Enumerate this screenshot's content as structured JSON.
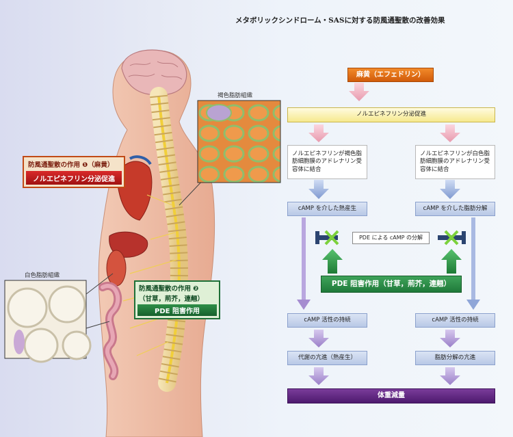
{
  "title": "メタボリックシンドローム・SASに対する防風通聖散の改善効果",
  "left": {
    "brown_fat_label": "褐色脂肪組織",
    "white_fat_label": "白色脂肪組織",
    "action1": {
      "heading": "防風通聖散の作用 ❶（麻黄）",
      "sub": "ノルエピネフリン分泌促進"
    },
    "action2": {
      "heading_line1": "防風通聖散の作用 ❷",
      "heading_line2": "（甘草，荊芥，連翹）",
      "sub": "PDE 阻害作用"
    }
  },
  "flow": {
    "top": "麻黄（エフェドリン）",
    "secretion": "ノルエピネフリン分泌促進",
    "left_receptor": "ノルエピネフリンが褐色脂肪細胞膜のアドレナリン受容体に結合",
    "right_receptor": "ノルエピネフリンが白色脂肪細胞膜のアドレナリン受容体に結合",
    "left_camp": "cAMP を介した熱産生",
    "right_camp": "cAMP を介した脂肪分解",
    "pde_breakdown": "PDE による cAMP の分解",
    "pde_inhibit": "PDE 阻害作用（甘草，荊芥，連翹）",
    "left_sustain": "cAMP 活性の持続",
    "right_sustain": "cAMP 活性の持続",
    "left_result": "代謝の亢進（熱産生）",
    "right_result": "脂肪分解の亢進",
    "final": "体重減量"
  },
  "colors": {
    "orange": "#e06b12",
    "purple": "#5a2580",
    "pde_green": "#2a8a45",
    "label_red": "#b71c1c",
    "arrow_pink": "#f3b8c6",
    "arrow_purple": "#a58cd0",
    "arrow_blue": "#8fa6d8"
  }
}
